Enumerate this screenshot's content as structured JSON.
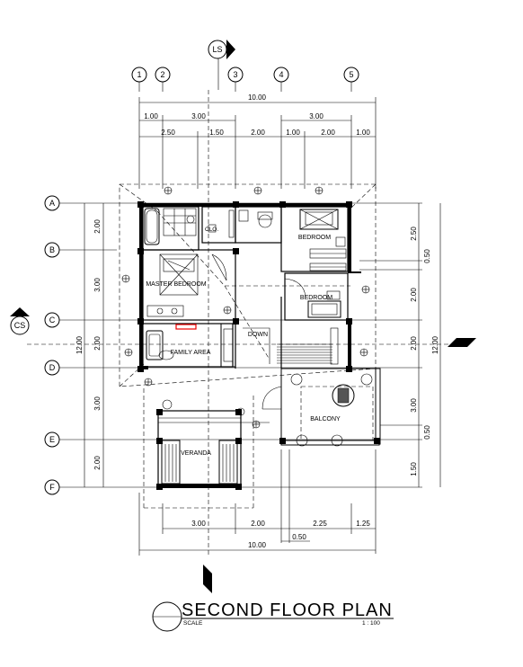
{
  "plan": {
    "title": "SECOND FLOOR PLAN",
    "scale_label": "SCALE",
    "scale_value": "1 : 100",
    "section_marks": {
      "vertical": "LS",
      "horizontal": "CS"
    },
    "grid_columns": [
      "1",
      "2",
      "3",
      "4",
      "5"
    ],
    "grid_rows": [
      "A",
      "B",
      "C",
      "D",
      "E",
      "F"
    ],
    "rooms": {
      "master_bedroom": "MASTER BEDROOM",
      "bedroom_1": "BEDROOM",
      "bedroom_2": "BEDROOM",
      "family_area": "FAMILY AREA",
      "veranda": "VERANDA",
      "balcony": "BALCONY",
      "stair": "DOWN",
      "closet": "CLO."
    },
    "dimensions": {
      "top_total": "10.00",
      "top_row1": [
        "1.00",
        "3.00",
        "3.00"
      ],
      "top_row2": [
        "2.50",
        "1.50",
        "2.00",
        "1.00",
        "2.00",
        "1.00"
      ],
      "bottom_row": [
        "3.00",
        "2.00",
        "2.25",
        "1.25"
      ],
      "bottom_offset": "0.50",
      "bottom_total": "10.00",
      "left_total": "12.00",
      "left_segments": [
        "2.00",
        "3.00",
        "2.00",
        "3.00",
        "2.00"
      ],
      "right_total": "12.00",
      "right_segments": [
        "2.50",
        "0.50",
        "2.00",
        "2.00",
        "3.00",
        "0.50",
        "1.50"
      ]
    }
  }
}
